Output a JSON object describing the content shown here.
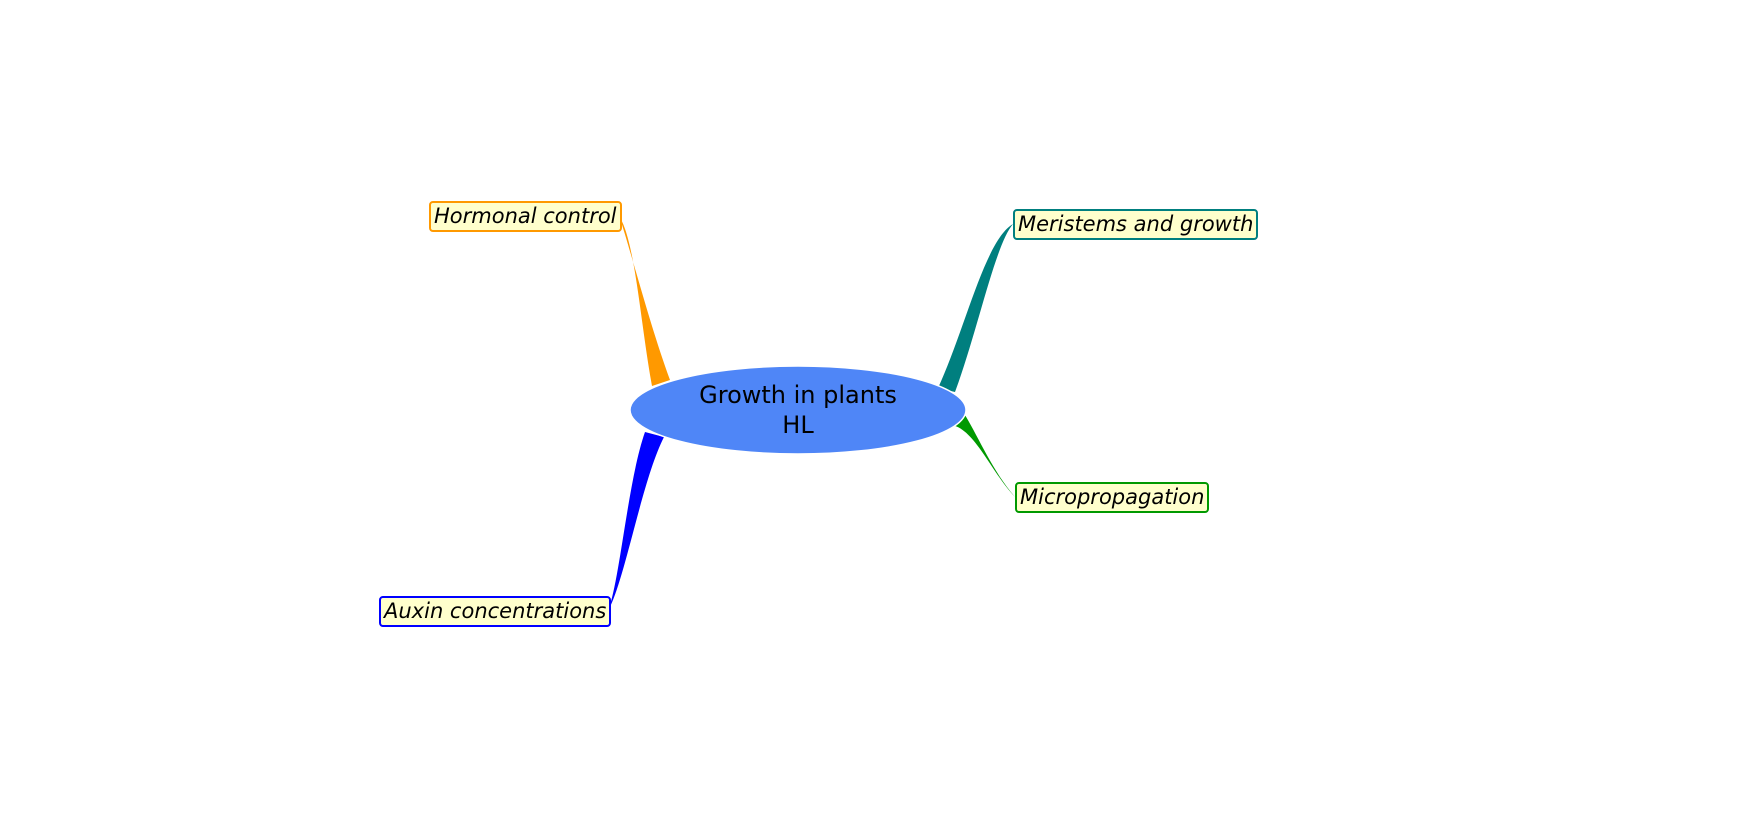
{
  "central_topic": {
    "line1": "Growth in plants",
    "line2": "HL",
    "color": "#4f86f7"
  },
  "topics": [
    {
      "label": "Hormonal control",
      "color": "#ff9900"
    },
    {
      "label": "Meristems and growth",
      "color": "#007f7f"
    },
    {
      "label": "Micropropagation",
      "color": "#009900"
    },
    {
      "label": "Auxin concentrations",
      "color": "#0000ff"
    }
  ]
}
